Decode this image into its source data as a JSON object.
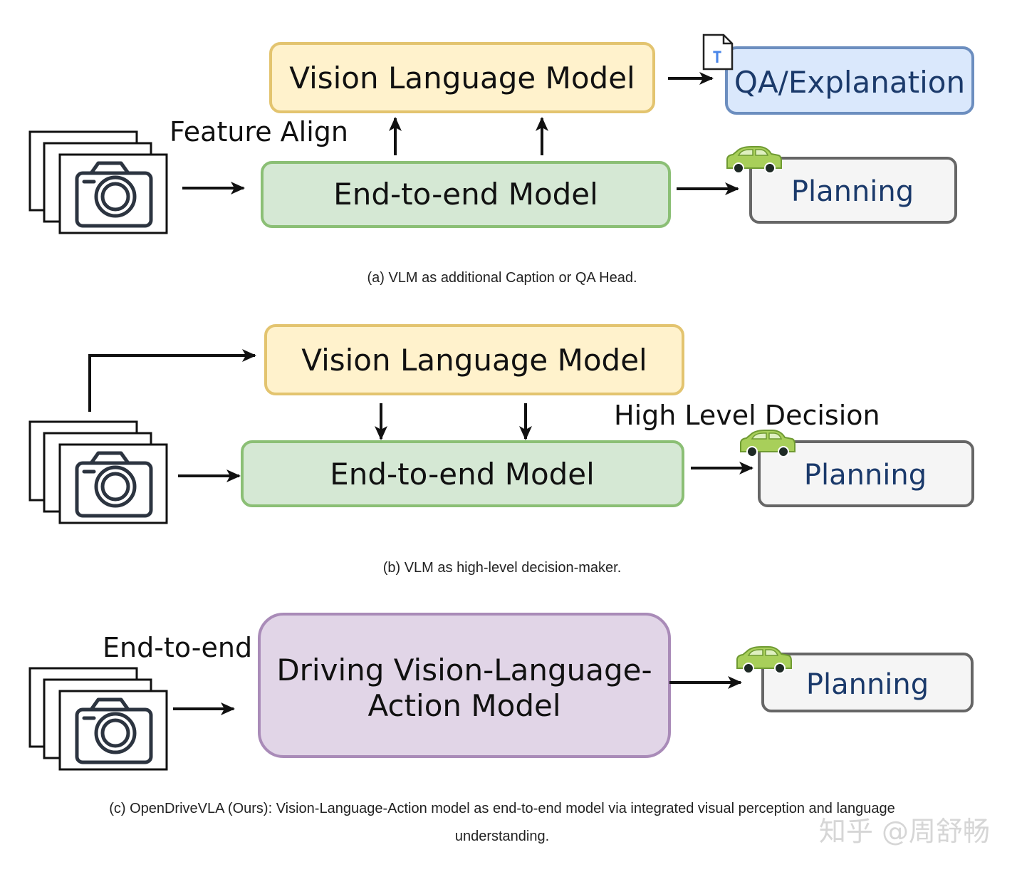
{
  "colors": {
    "vlm_fill": "#fff2cc",
    "vlm_stroke": "#e3c46f",
    "e2e_fill": "#d5e8d4",
    "e2e_stroke": "#8bbf75",
    "qa_fill": "#dae8fc",
    "qa_stroke": "#6c8ebf",
    "plan_fill": "#f5f5f5",
    "plan_stroke": "#666666",
    "dvla_fill": "#e1d5e7",
    "dvla_stroke": "#a98bb8",
    "planning_text": "#1b3a6b",
    "car_body": "#a8cf5a"
  },
  "panel_a": {
    "vlm_label": "Vision Language Model",
    "qa_label": "QA/Explanation",
    "feature_align": "Feature Align",
    "e2e_label": "End-to-end Model",
    "planning_label": "Planning",
    "doc_icon_letter": "T",
    "caption": "(a)  VLM as additional Caption or QA Head."
  },
  "panel_b": {
    "vlm_label": "Vision Language Model",
    "high_level_decision": "High Level Decision",
    "e2e_label": "End-to-end Model",
    "planning_label": "Planning",
    "caption": "(b)  VLM as high-level decision-maker."
  },
  "panel_c": {
    "end_to_end": "End-to-end",
    "dvla_line1": "Driving Vision-Language-",
    "dvla_line2": "Action Model",
    "planning_label": "Planning",
    "caption_line1": "(c)  OpenDriveVLA (Ours): Vision-Language-Action model as end-to-end model via integrated visual perception and language",
    "caption_line2": "understanding."
  },
  "watermark": "知乎 @周舒畅"
}
